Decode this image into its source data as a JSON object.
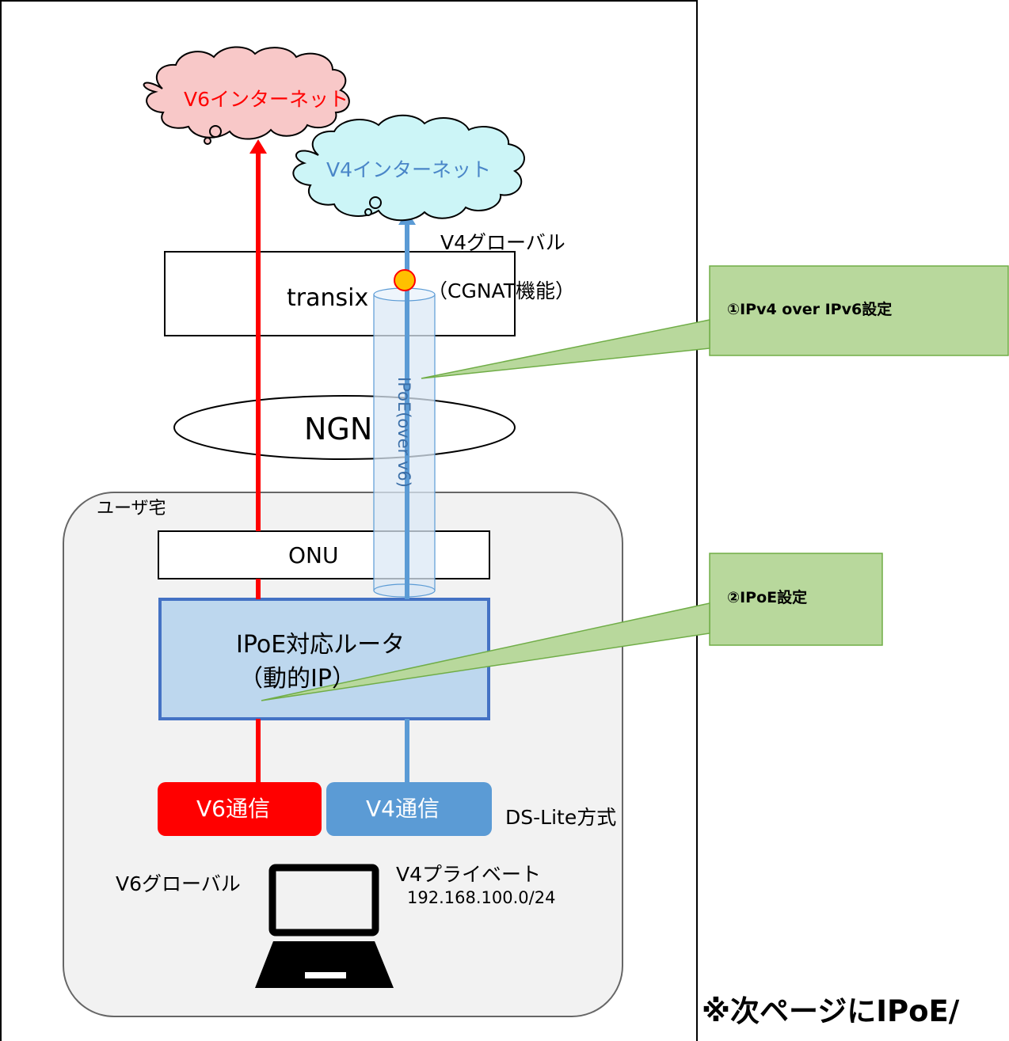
{
  "clouds": {
    "v6_internet": "V6インターネット",
    "v4_internet": "V4インターネット"
  },
  "labels": {
    "v4_global": "V4グローバル",
    "cgnat": "（CGNAT機能）",
    "transix": "transix",
    "ngn": "NGN",
    "tunnel": "IPoE(over v6)",
    "user_home": "ユーザ宅",
    "onu": "ONU",
    "router_line1": "IPoE対応ルータ",
    "router_line2": "（動的IP）",
    "v6_comm": "V6通信",
    "v4_comm": "V4通信",
    "ds_lite": "DS-Lite方式",
    "v6_global": "V6グローバル",
    "v4_private": "V4プライベート",
    "v4_subnet": "192.168.100.0/24"
  },
  "callouts": {
    "ipv4_over_ipv6": "①IPv4 over IPv6設定",
    "ipoe": "②IPoE設定"
  },
  "footer_note": "※次ページにIPoE/",
  "colors": {
    "v6": "#ff0000",
    "v4": "#5b9bd5",
    "v6_cloud_fill": "#f8c8c8",
    "v4_cloud_fill": "#ccf5f7",
    "router_fill": "#bdd7ee",
    "router_border": "#4472c4",
    "callout_fill": "#b8d89c",
    "callout_border": "#70ad47",
    "home_fill": "#f2f2f2"
  }
}
